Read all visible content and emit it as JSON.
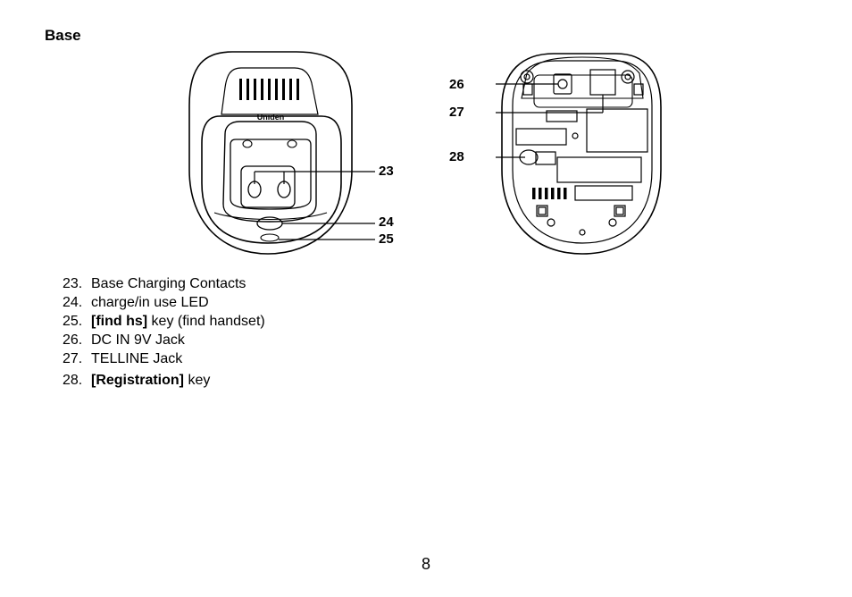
{
  "section": {
    "title": "Base"
  },
  "figures": {
    "front": {
      "brand_text": "Uniden"
    }
  },
  "callouts": {
    "c23": "23",
    "c24": "24",
    "c25": "25",
    "c26": "26",
    "c27": "27",
    "c28": "28"
  },
  "parts": [
    {
      "number": "23.",
      "name": "Base Charging Contacts",
      "bold": "",
      "suffix": ""
    },
    {
      "number": "24.",
      "name": "charge/in use LED",
      "bold": "",
      "suffix": ""
    },
    {
      "number": "25.",
      "name": "",
      "bold": "[find hs]",
      "suffix": " key (find handset)"
    },
    {
      "number": "26.",
      "name": "DC IN 9V Jack",
      "bold": "",
      "suffix": ""
    },
    {
      "number": "27.",
      "name": "TELLINE Jack",
      "bold": "",
      "suffix": ""
    },
    {
      "number": "28.",
      "name": "",
      "bold": "[Registration]",
      "suffix": " key"
    }
  ],
  "page_number": "8"
}
